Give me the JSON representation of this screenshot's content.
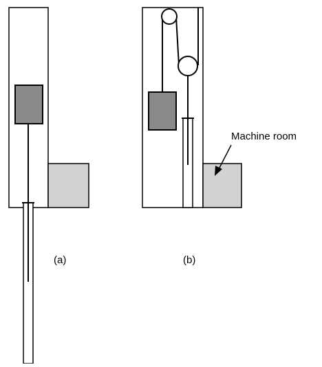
{
  "diagram": {
    "label_a": "(a)",
    "label_b": "(b)",
    "machine_room_label": "Machine room",
    "colors": {
      "car_fill": "#8a8a8a",
      "machine_room_fill": "#d2d2d2",
      "line": "#000000",
      "background": "#ffffff"
    }
  }
}
